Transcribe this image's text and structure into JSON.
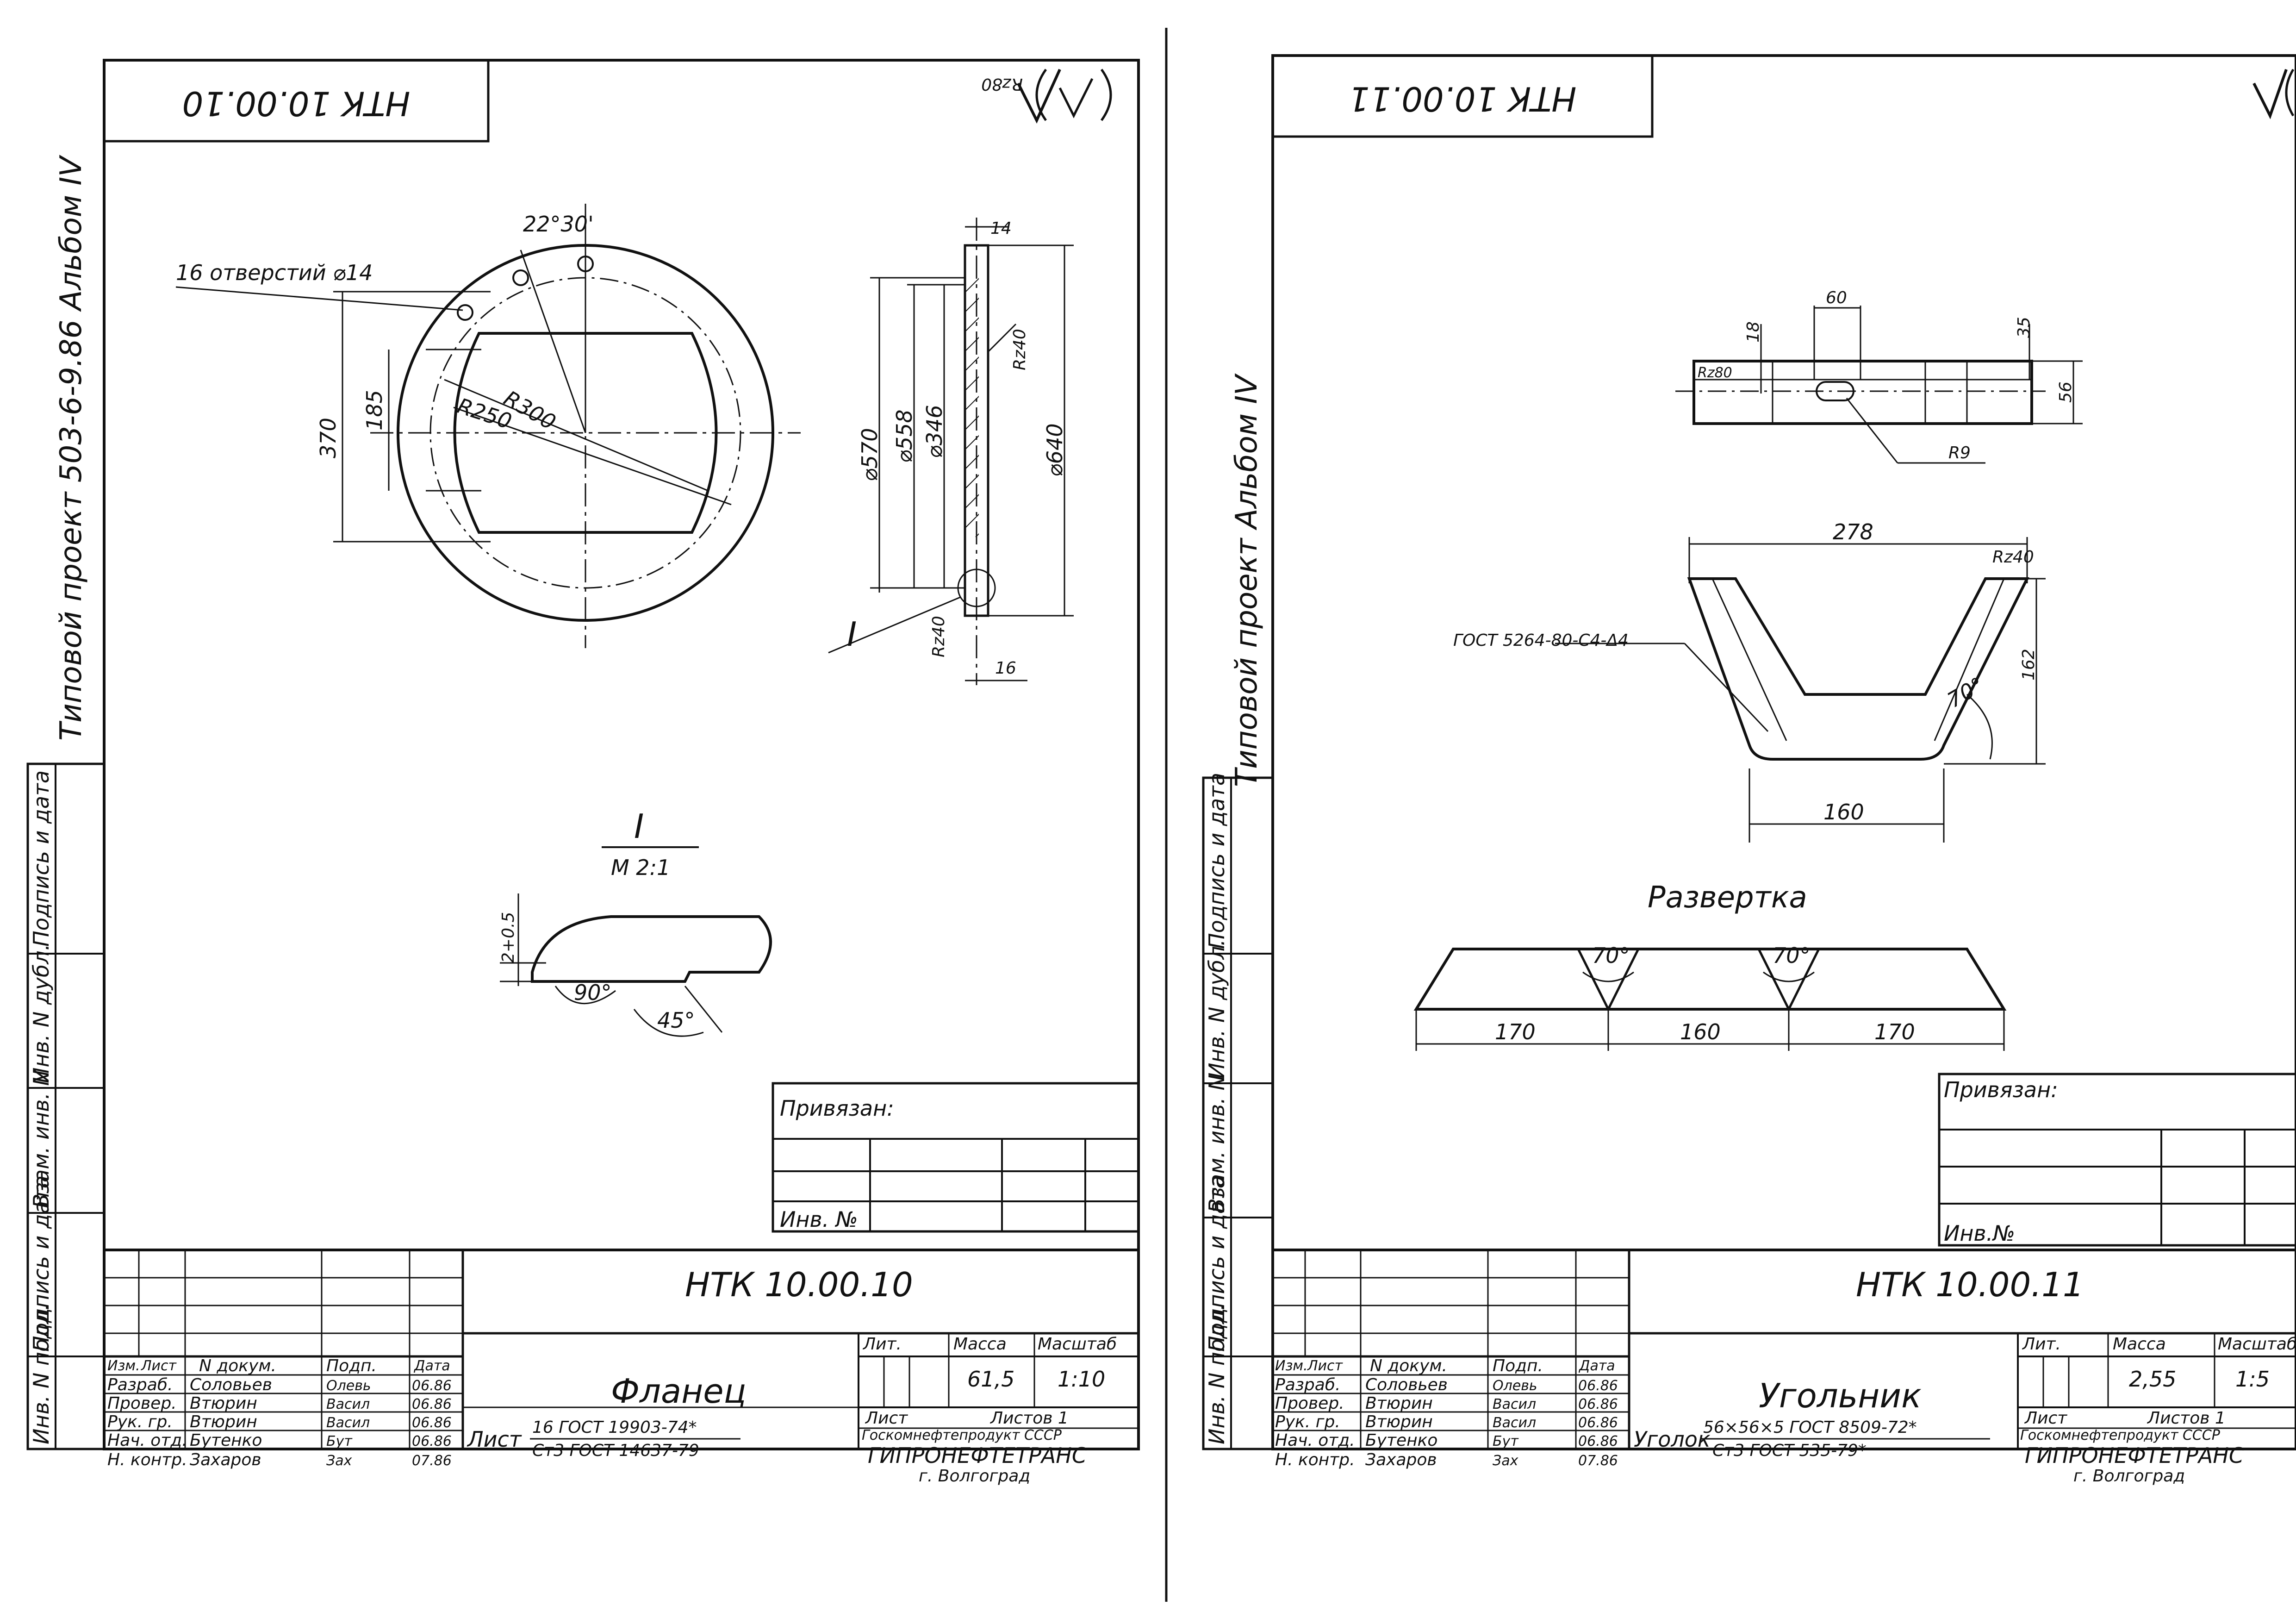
{
  "left": {
    "stamp_code": "НТК 10.00.10",
    "roughness_mark": "Rz80",
    "album_label": "Типовой проект 503-6-9.86 Альбом IV",
    "holes_label": "16 отверстий ⌀14",
    "angle_label": "22°30'",
    "dims": {
      "r300": "R300",
      "r250": "R250",
      "d185": "185",
      "d370": "370",
      "d570": "⌀570",
      "d558": "⌀558",
      "d346": "⌀346",
      "d640": "⌀640",
      "t14": "14",
      "t16": "16",
      "rz40a": "Rz40",
      "rz40b": "Rz40"
    },
    "section": {
      "mark": "I",
      "detail_mark": "I",
      "scale": "M 2:1",
      "chamfer": "2+0.5",
      "angle90": "90°",
      "angle45": "45°"
    },
    "privyazan": "Привязан:",
    "inv_no": "Инв. №",
    "side_cells": [
      "Подпись и дата",
      "Инв. N дубл.",
      "Взам. инв. N",
      "Подпись и дата",
      "Инв. N подл."
    ],
    "title_block": {
      "doc_code": "НТК 10.00.10",
      "name": "Фланец",
      "headers": {
        "izm": "Изм.",
        "list": "Лист",
        "doc": "N докум.",
        "podp": "Подп.",
        "date": "Дата"
      },
      "roles": [
        {
          "role": "Разраб.",
          "person": "Соловьев",
          "sign": "Олевь",
          "date": "06.86"
        },
        {
          "role": "Провер.",
          "person": "Втюрин",
          "sign": "Васил",
          "date": "06.86"
        },
        {
          "role": "Рук. гр.",
          "person": "Втюрин",
          "sign": "Васил",
          "date": "06.86"
        },
        {
          "role": "Нач. отд.",
          "person": "Бутенко",
          "sign": "Бут",
          "date": "06.86"
        },
        {
          "role": "Н. контр.",
          "person": "Захаров",
          "sign": "Зах",
          "date": "07.86"
        }
      ],
      "lit": "Лит.",
      "mass_label": "Масса",
      "scale_label": "Масштаб",
      "mass": "61,5",
      "scale": "1:10",
      "sheet": "Лист",
      "sheets": "Листов 1",
      "org_line1": "Госкомнефтепродукт СССР",
      "org_line2": "ГИПРОНЕФТЕТРАНС",
      "org_line3": "г. Волгоград",
      "material_prefix": "Лист",
      "material_line1": "16 ГОСТ 19903-74*",
      "material_line2": "Ст3 ГОСТ 14637-79"
    }
  },
  "right": {
    "stamp_code": "НТК 10.00.11",
    "album_label": "Типовой проект Альбом IV",
    "dims": {
      "d60": "60",
      "d18": "18",
      "d35": "35",
      "d56": "56",
      "rz80": "Rz80",
      "r9": "R9",
      "d278": "278",
      "rz40": "Rz40",
      "d162": "162",
      "a70": "70°",
      "d160": "160",
      "weld": "ГОСТ 5264-80-С4-Δ4"
    },
    "unfold": {
      "title": "Развертка",
      "a1": "70°",
      "a2": "70°",
      "w1": "170",
      "w2": "160",
      "w3": "170"
    },
    "privyazan": "Привязан:",
    "inv_no": "Инв.№",
    "side_cells": [
      "Подпись и дата",
      "Инв. N дубл.",
      "Взам. инв. N",
      "Подпись и дата",
      "Инв. N подл."
    ],
    "title_block": {
      "doc_code": "НТК 10.00.11",
      "name": "Угольник",
      "headers": {
        "izm": "Изм.",
        "list": "Лист",
        "doc": "N докум.",
        "podp": "Подп.",
        "date": "Дата"
      },
      "roles": [
        {
          "role": "Разраб.",
          "person": "Соловьев",
          "sign": "Олевь",
          "date": "06.86"
        },
        {
          "role": "Провер.",
          "person": "Втюрин",
          "sign": "Васил",
          "date": "06.86"
        },
        {
          "role": "Рук. гр.",
          "person": "Втюрин",
          "sign": "Васил",
          "date": "06.86"
        },
        {
          "role": "Нач. отд.",
          "person": "Бутенко",
          "sign": "Бут",
          "date": "06.86"
        },
        {
          "role": "Н. контр.",
          "person": "Захаров",
          "sign": "Зах",
          "date": "07.86"
        }
      ],
      "lit": "Лит.",
      "mass_label": "Масса",
      "scale_label": "Масштаб",
      "mass": "2,55",
      "scale": "1:5",
      "sheet": "Лист",
      "sheets": "Листов 1",
      "org_line1": "Госкомнефтепродукт СССР",
      "org_line2": "ГИПРОНЕФТЕТРАНС",
      "org_line3": "г. Волгоград",
      "material_prefix": "Уголок",
      "material_line1": "56×56×5 ГОСТ 8509-72*",
      "material_line2": "Ст3 ГОСТ 535-79*"
    }
  }
}
